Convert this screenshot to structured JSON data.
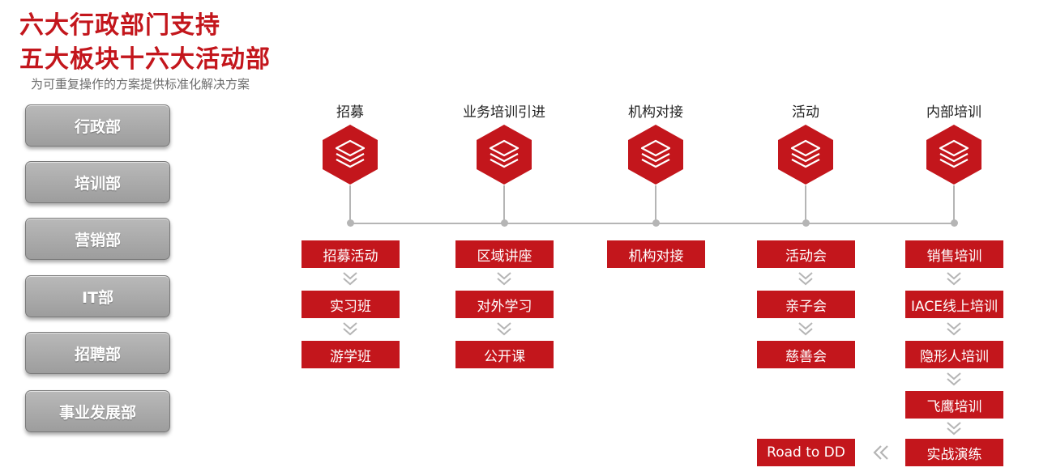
{
  "title": {
    "line1": "六大行政部门支持",
    "line2": "五大板块十六大活动部",
    "subtitle": "为可重复操作的方案提供标准化解决方案"
  },
  "departments": [
    "行政部",
    "培训部",
    "营销部",
    "IT部",
    "招聘部",
    "事业发展部"
  ],
  "categories": [
    {
      "label": "招募",
      "items": [
        "招募活动",
        "实习班",
        "游学班"
      ]
    },
    {
      "label": "业务培训引进",
      "items": [
        "区域讲座",
        "对外学习",
        "公开课"
      ]
    },
    {
      "label": "机构对接",
      "items": [
        "机构对接"
      ]
    },
    {
      "label": "活动",
      "items": [
        "活动会",
        "亲子会",
        "慈善会"
      ]
    },
    {
      "label": "内部培训",
      "items": [
        "销售培训",
        "IACE线上培训",
        "隐形人培训",
        "飞鹰培训",
        "实战演练"
      ]
    }
  ],
  "final_step": "Road to DD",
  "colors": {
    "accent": "#c3161c",
    "button_gray": "#a8a8a8",
    "line_gray": "#b5b5b5"
  },
  "icons": {
    "category": "stack-layers-icon",
    "flow": "chevron-down-double-icon",
    "back": "chevron-left-double-icon"
  }
}
